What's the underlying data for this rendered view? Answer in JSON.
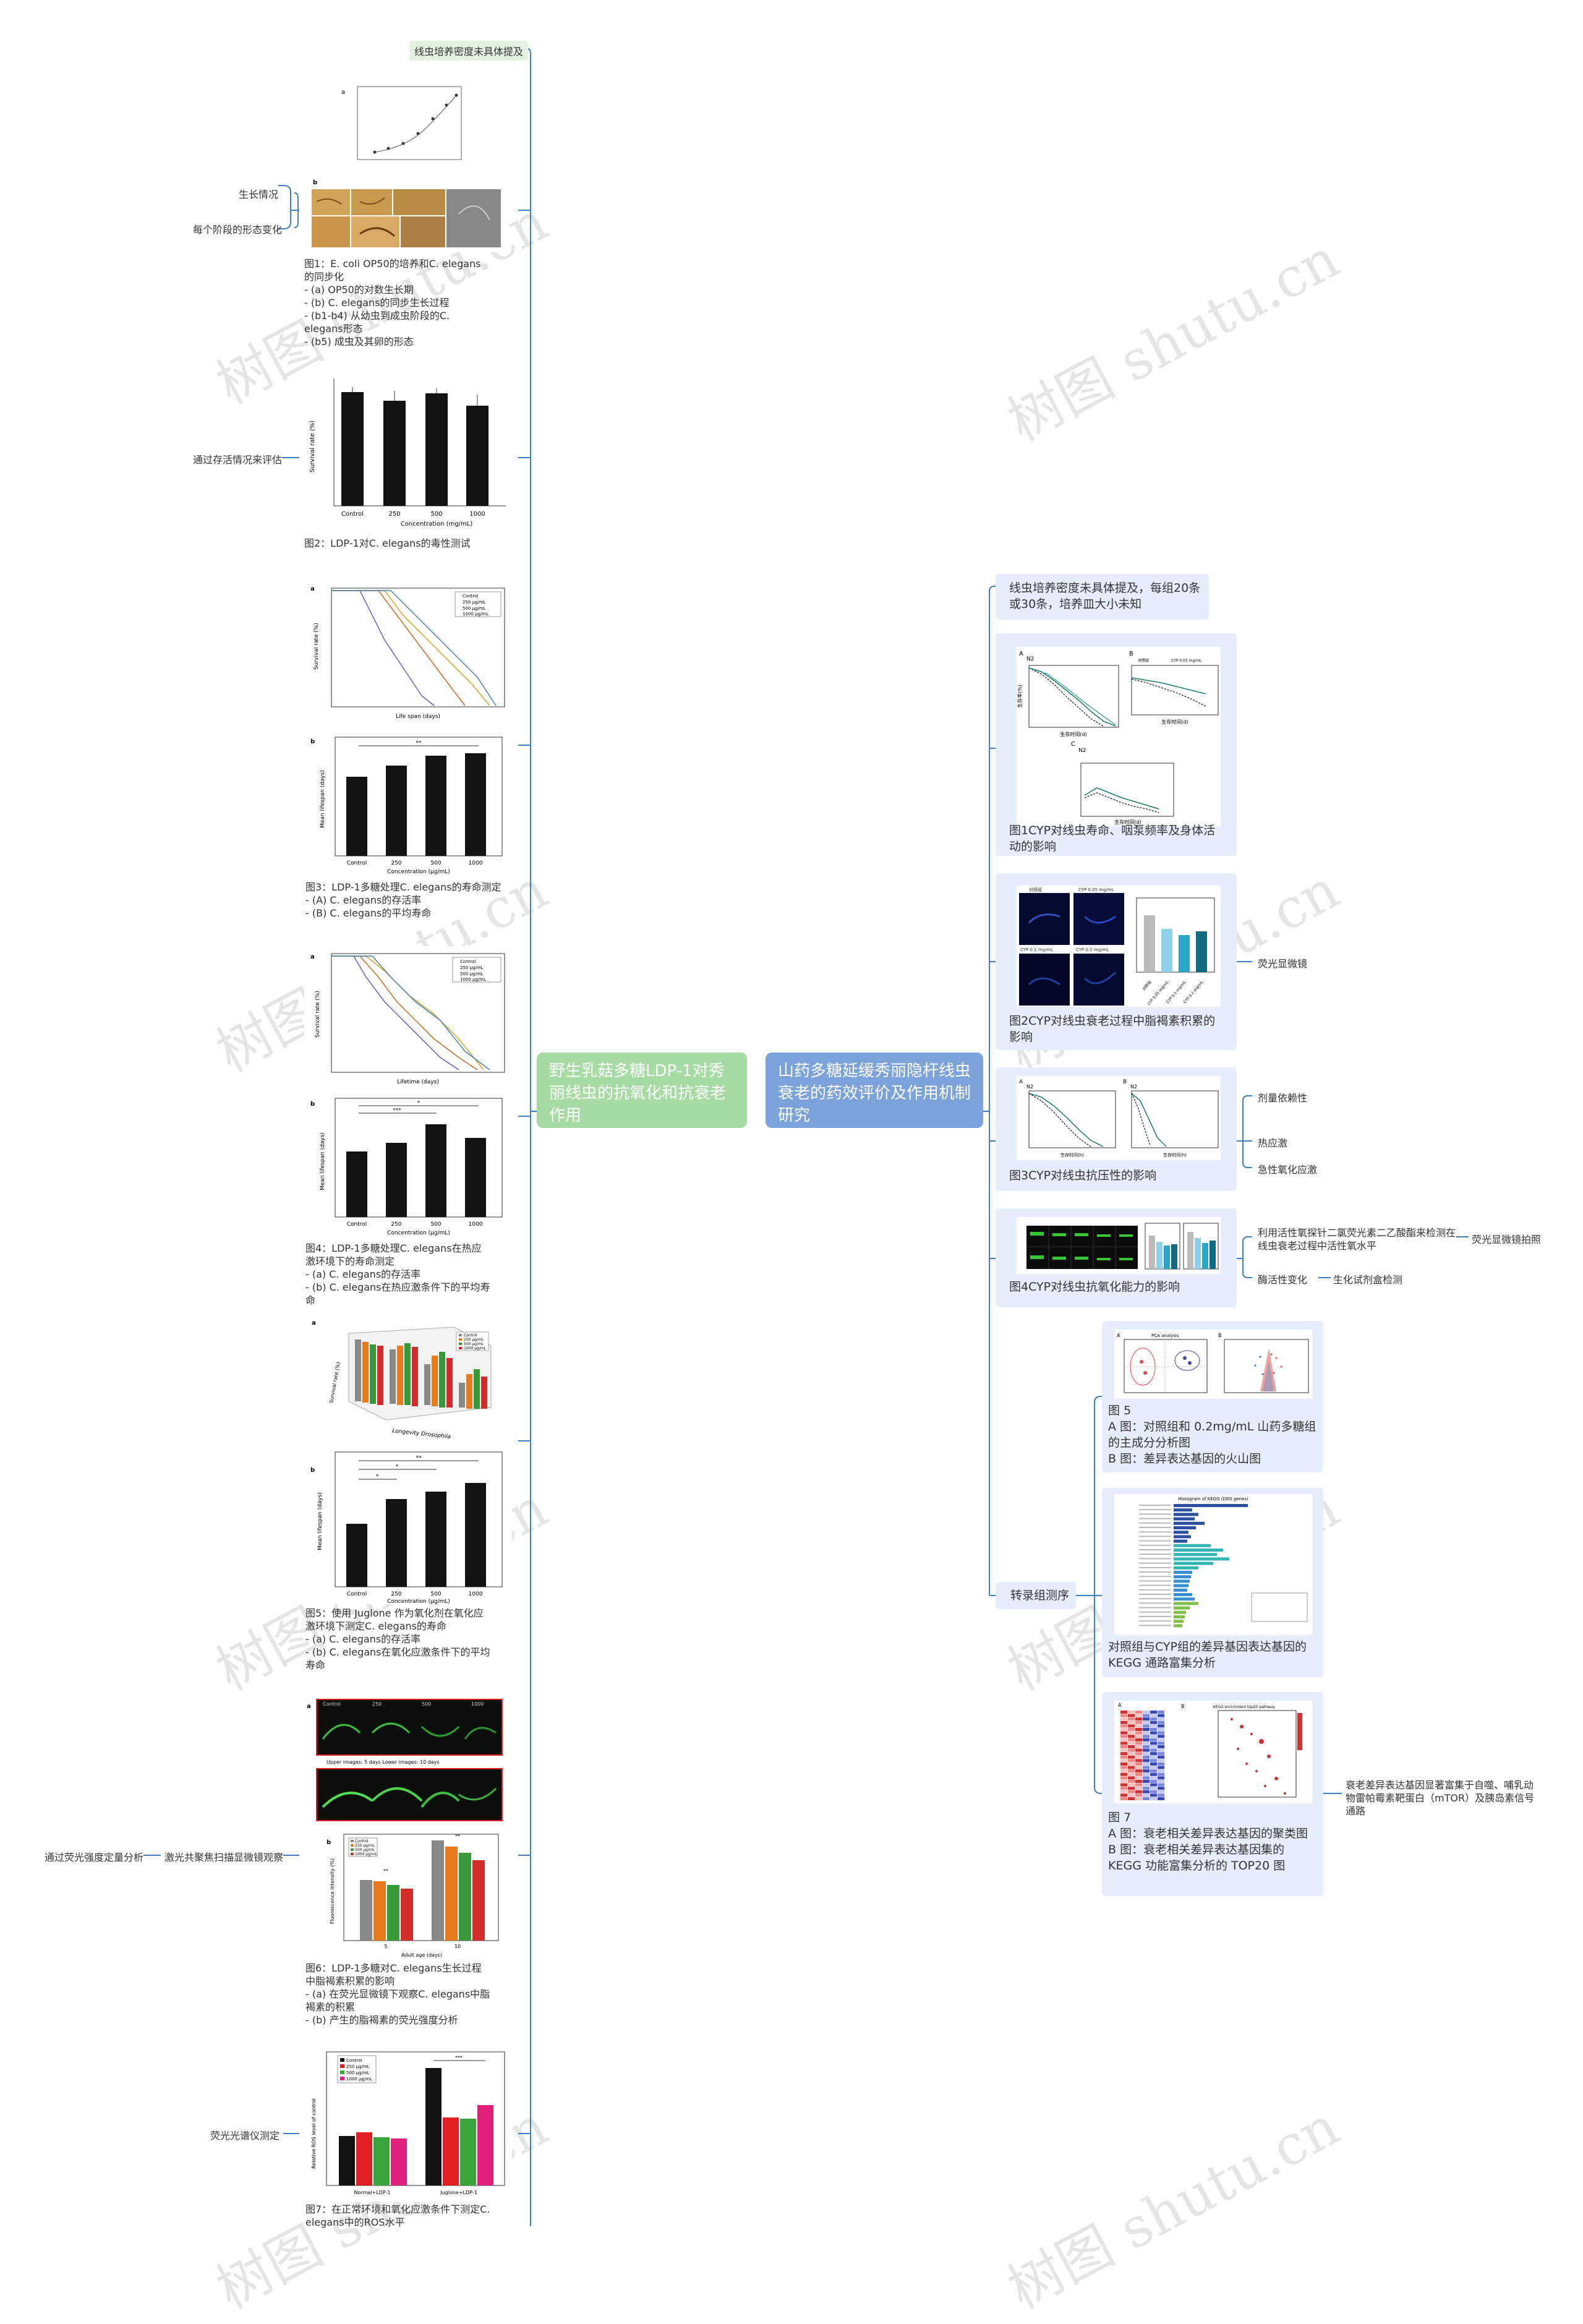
{
  "roots": {
    "left": "野生乳菇多糖LDP-1对秀丽线虫的抗氧化和抗衰老作用",
    "right": "山药多糖延缓秀丽隐杆线虫衰老的药效评价及作用机制研究"
  },
  "left": {
    "tag_density": "线虫培养密度未具体提及",
    "label_growth": "生长情况",
    "label_morph": "每个阶段的形态变化",
    "label_survival": "通过存活情况来评估",
    "label_confocal": "激光共聚焦扫描显微镜观察",
    "label_fluor_quant": "通过荧光强度定量分析",
    "label_fluor_spectro": "荧光光谱仪测定",
    "captions": {
      "fig1": "图1：E. coli OP50的培养和C. elegans的同步化\n- (a) OP50的对数生长期\n- (b) C. elegans的同步生长过程\n- (b1-b4) 从幼虫到成虫阶段的C. elegans形态\n- (b5) 成虫及其卵的形态",
      "fig2": "图2：LDP-1对C. elegans的毒性测试",
      "fig3": "图3：LDP-1多糖处理C. elegans的寿命测定\n- (A) C. elegans的存活率\n- (B) C. elegans的平均寿命",
      "fig4": "图4：LDP-1多糖处理C. elegans在热应激环境下的寿命测定\n- (a) C. elegans的存活率\n- (b) C. elegans在热应激条件下的平均寿命",
      "fig5": "图5：使用 Juglone 作为氧化剂在氧化应激环境下测定C. elegans的寿命\n- (a) C. elegans的存活率\n- (b) C. elegans在氧化应激条件下的平均寿命",
      "fig6": "图6：LDP-1多糖对C. elegans生长过程中脂褐素积累的影响\n- (a) 在荧光显微镜下观察C. elegans中脂褐素的积累\n- (b) 产生的脂褐素的荧光强度分析",
      "fig7": "图7：在正常环境和氧化应激条件下测定C. elegans中的ROS水平"
    },
    "figtext": {
      "panel_a": "a",
      "panel_b": "b",
      "conc_axis": "Concentration (mg/mL)",
      "conc_axis2": "Concentration (μg/mL)",
      "survival_axis": "Survival rate (%)",
      "lifespan_axis": "Life span (days)",
      "lifetime_axis": "Lifetime (days)",
      "mean_axis": "Mean lifespan (days)",
      "cats": [
        "Control",
        "250",
        "500",
        "1000"
      ],
      "legend": [
        "Control",
        "250 μg/mL",
        "500 μg/mL",
        "1000 μg/mL"
      ],
      "upper_lower": "Upper images: 5 days    Lower images: 10 days",
      "normal": "Normal+LDP-1",
      "juglone": "Juglone+LDP-1",
      "fluor_axis": "Fluorescence intensity (%)",
      "ros_axis": "Relative ROS level of control",
      "longevity_axis": "Longevity Drosophila",
      "adult_axis": "Adult age (days)",
      "ticks_5_10": [
        "5",
        "10"
      ],
      "sig": [
        "**",
        "***",
        "*"
      ]
    }
  },
  "right": {
    "density_note": "线虫培养密度未具体提及，每组20条或30条，培养皿大小未知",
    "cards": {
      "c1": "图1CYP对线虫寿命、咽泵频率及身体活动的影响",
      "c2": "图2CYP对线虫衰老过程中脂褐素积累的影响",
      "c3": "图3CYP对线虫抗压性的影响",
      "c4": "图4CYP对线虫抗氧化能力的影响",
      "c5": "图 5\nA 图：对照组和 0.2mg/mL 山药多糖组的主成分分析图\nB 图：差异表达基因的火山图",
      "c6": "对照组与CYP组的差异基因表达基因的 KEGG 通路富集分析",
      "c7": "图 7\nA 图：衰老相关差异表达基因的聚类图\nB 图：衰老相关差异表达基因集的 KEGG 功能富集分析的 TOP20 图"
    },
    "label_fluor_micro": "荧光显微镜",
    "label_dose": "剂量依赖性",
    "label_heat": "热应激",
    "label_acute": "急性氧化应激",
    "label_dcfh": "利用活性氧探针二氯荧光素二乙酸酯来检测在线虫衰老过程中活性氧水平",
    "label_photo": "荧光显微镜拍照",
    "label_enzyme": "酶活性变化",
    "label_biochem": "生化试剂盒检测",
    "label_transcriptome": "转录组测序",
    "label_kegg_note": "衰老差异表达基因显著富集于自噬、哺乳动物雷帕霉素靶蛋白（mTOR）及胰岛素信号通路",
    "figtext": {
      "A": "A",
      "B": "B",
      "C": "C",
      "N2": "N2",
      "lifespan_cn": "生存率(%)",
      "days_cn": "生存时间(d)",
      "days2_cn": "生存时间(h)",
      "legend_ctrl": "对照组",
      "legend_005": "CYP 0.05 mg/mL",
      "legend_01": "CYP 0.1 mg/mL",
      "legend_02": "CYP 0.2 mg/mL",
      "pca": "PCA analysis",
      "kegg_title": "Histogram of KEGG (DEG genes)",
      "top20": "KEGG enrichment top20 pathway"
    }
  },
  "watermark": "树图 shutu.cn"
}
